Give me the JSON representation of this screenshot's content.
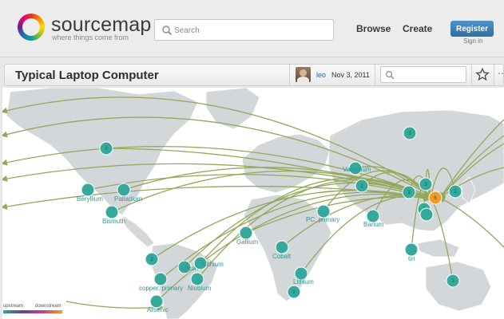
{
  "header": {
    "brand": "sourcemap",
    "tagline": "where things come from",
    "search_placeholder": "Search",
    "nav": {
      "browse": "Browse",
      "create": "Create"
    },
    "register_label": "Register",
    "signin_label": "Sign in"
  },
  "map_header": {
    "title": "Typical Laptop Computer",
    "author": "leo",
    "date": "Nov 3, 2011",
    "search_placeholder": ""
  },
  "colors": {
    "node": "#35a99b",
    "hub": "#f39a24",
    "route": "#93a85a",
    "water": "#ffffff",
    "land": "#d3d7da",
    "accent": "#2f6fa4"
  },
  "icons": {
    "search": "magnifier-icon",
    "star": "star-icon",
    "more": "more-icon"
  },
  "map": {
    "nodes": [
      {
        "label": "",
        "count": "2"
      },
      {
        "label": "Beryllium",
        "count": ""
      },
      {
        "label": "Palladium",
        "count": ""
      },
      {
        "label": "Bismuth",
        "count": ""
      },
      {
        "label": "",
        "count": "2"
      },
      {
        "label": "copper, primary",
        "count": ""
      },
      {
        "label": "Arsenic",
        "count": ""
      },
      {
        "label": "silicon",
        "count": ""
      },
      {
        "label": "Lithium",
        "count": ""
      },
      {
        "label": "Niobium",
        "count": ""
      },
      {
        "label": "Gallium",
        "count": ""
      },
      {
        "label": "Cobalt",
        "count": ""
      },
      {
        "label": "",
        "count": "2"
      },
      {
        "label": "Lithium",
        "count": ""
      },
      {
        "label": "PC, primary",
        "count": ""
      },
      {
        "label": "Vanadium",
        "count": ""
      },
      {
        "label": "",
        "count": "2"
      },
      {
        "label": "Barium",
        "count": ""
      },
      {
        "label": "tin",
        "count": ""
      },
      {
        "label": "",
        "count": "3"
      },
      {
        "label": "",
        "count": "3"
      },
      {
        "label": "",
        "count": "3"
      },
      {
        "label": "",
        "count": "2"
      },
      {
        "label": "",
        "count": "2"
      },
      {
        "label": "",
        "count": ""
      },
      {
        "label": "",
        "count": "3"
      },
      {
        "label": "",
        "count": "6"
      }
    ],
    "legend": {
      "upstream": "upstream",
      "downstream": "downstream"
    }
  }
}
